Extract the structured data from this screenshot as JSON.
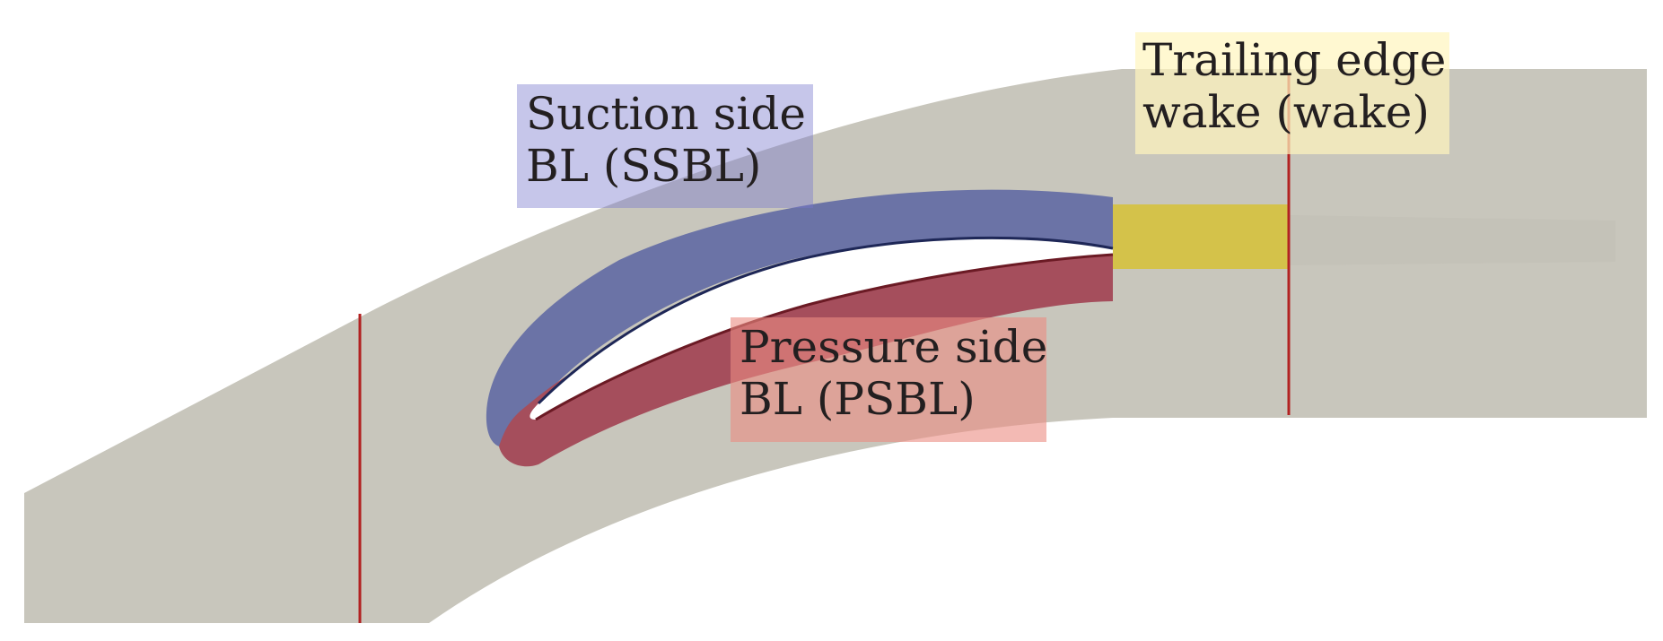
{
  "labels": {
    "suction_side": {
      "line1": "Suction side",
      "line2": "BL (SSBL)"
    },
    "pressure_side": {
      "line1": "Pressure side",
      "line2": "BL (PSBL)"
    },
    "trailing_edge": {
      "line1": "Trailing edge",
      "line2": "wake (wake)"
    }
  },
  "colors": {
    "domain": "#c8c6bc",
    "suction_region": "#6b73a6",
    "pressure_region": "#a54e5c",
    "wake_region": "#d4c24a",
    "probe_line": "#b22222",
    "blade": "#ffffff"
  }
}
